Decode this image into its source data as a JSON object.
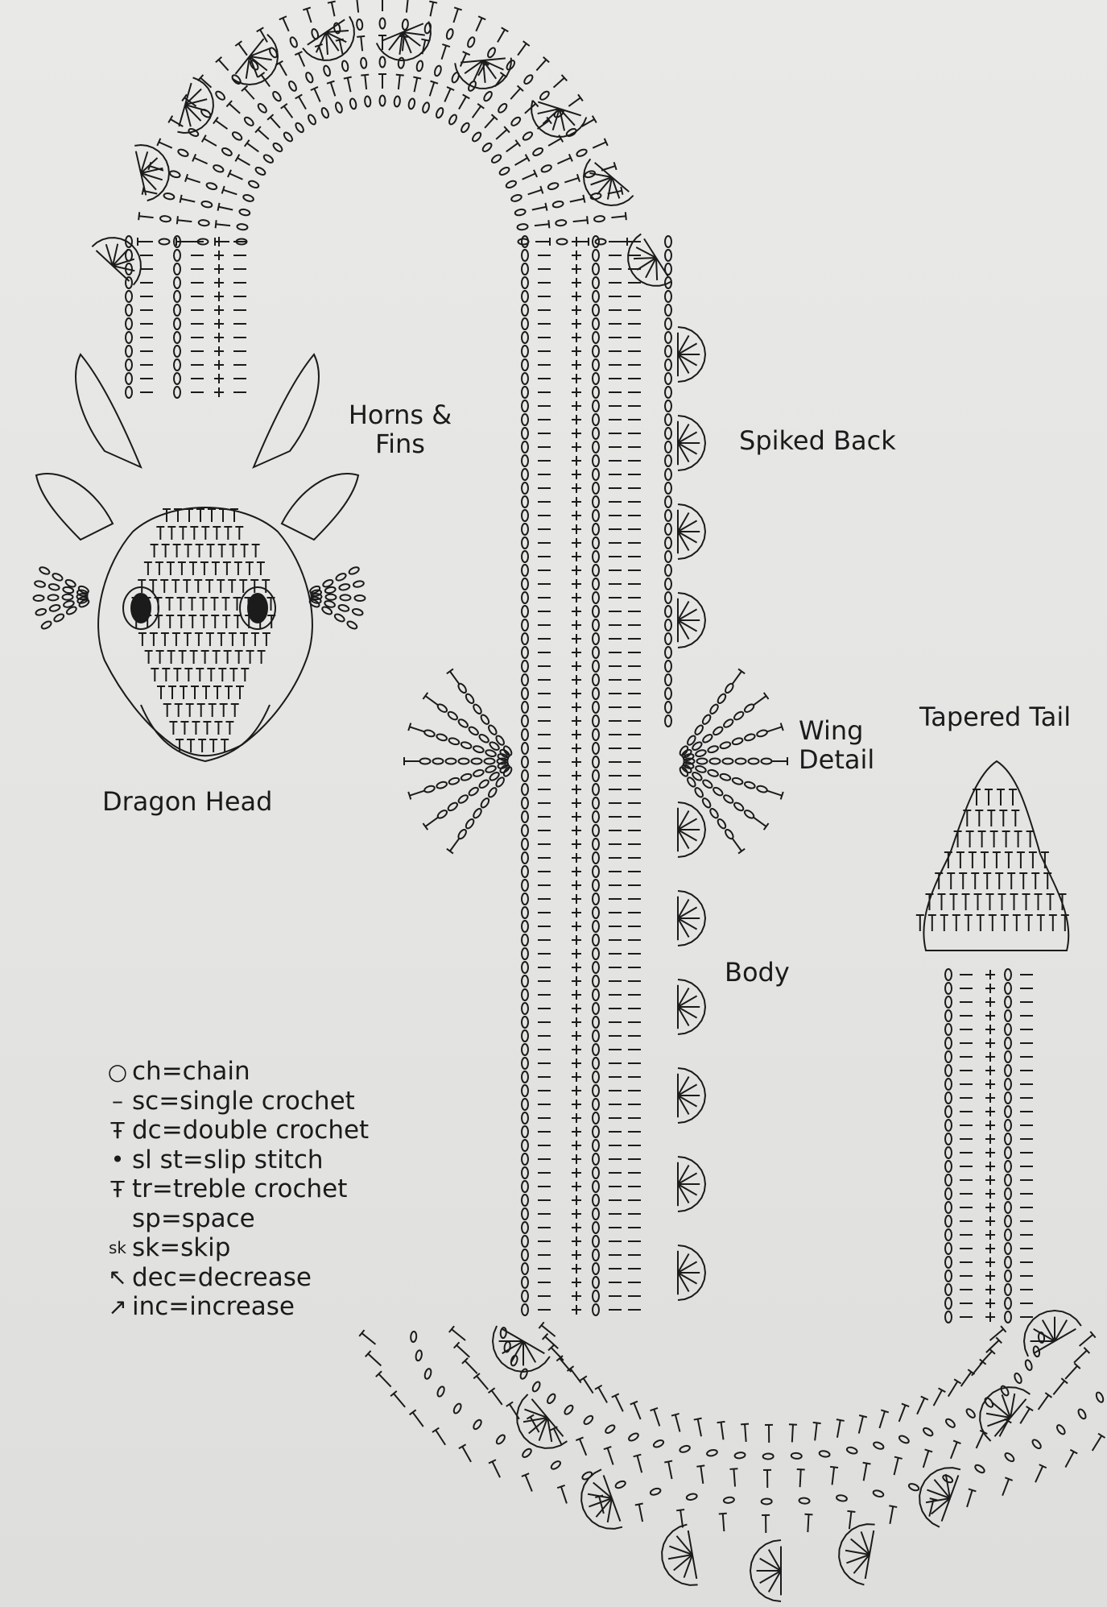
{
  "labels": {
    "horns": "Horns &\nFins",
    "spiked_back": "Spiked Back",
    "wing": "Wing\nDetail",
    "tail": "Tapered Tail",
    "head": "Dragon Head",
    "body": "Body"
  },
  "legend": [
    {
      "icon": "chain-symbol-icon",
      "glyph": "○",
      "text": "ch=chain"
    },
    {
      "icon": "single-crochet-symbol-icon",
      "glyph": "–",
      "text": "sc=single crochet"
    },
    {
      "icon": "double-crochet-symbol-icon",
      "glyph": "Ŧ",
      "text": "dc=double crochet"
    },
    {
      "icon": "slip-stitch-symbol-icon",
      "glyph": "•",
      "text": "sl st=slip stitch"
    },
    {
      "icon": "treble-crochet-symbol-icon",
      "glyph": "Ŧ",
      "text": "tr=treble crochet"
    },
    {
      "icon": "",
      "glyph": "",
      "text": "sp=space"
    },
    {
      "icon": "skip-symbol-icon",
      "glyph": "sk",
      "text": "sk=skip"
    },
    {
      "icon": "decrease-symbol-icon",
      "glyph": "↖",
      "text": "dec=decrease"
    },
    {
      "icon": "increase-symbol-icon",
      "glyph": "↗",
      "text": "inc=increase"
    }
  ],
  "colors": {
    "ink": "#1b1b1b",
    "paper": "#e6e6e4"
  }
}
